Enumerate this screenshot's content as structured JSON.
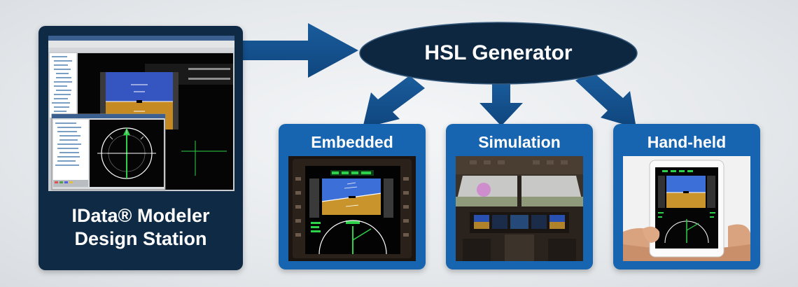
{
  "source_panel": {
    "title_line1": "IData® Modeler",
    "title_line2": "Design Station"
  },
  "generator": {
    "label": "HSL Generator"
  },
  "targets": [
    {
      "label": "Embedded"
    },
    {
      "label": "Simulation"
    },
    {
      "label": "Hand-held"
    }
  ],
  "colors": {
    "navy": "#0e2a44",
    "arrow_blue": "#124f8c",
    "box_blue": "#1765b0",
    "generator_fill": "#0d2740"
  }
}
